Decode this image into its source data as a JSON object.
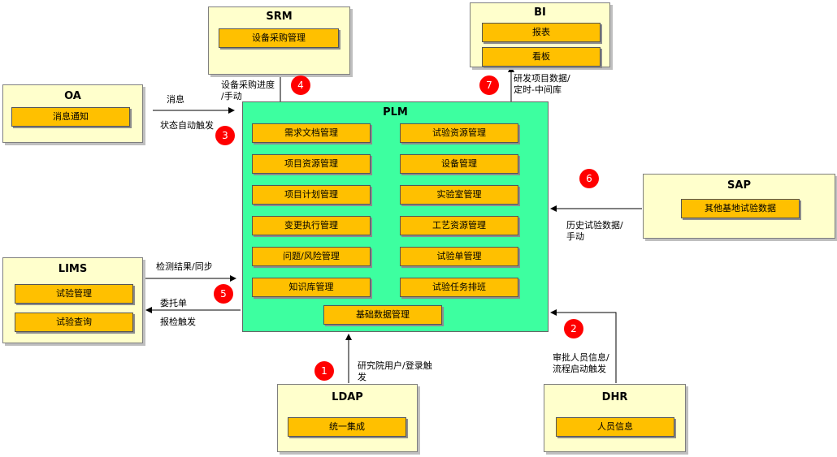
{
  "systems": {
    "srm": {
      "title": "SRM",
      "modules": [
        "设备采购管理"
      ]
    },
    "bi": {
      "title": "BI",
      "modules": [
        "报表",
        "看板"
      ]
    },
    "oa": {
      "title": "OA",
      "modules": [
        "消息通知"
      ]
    },
    "sap": {
      "title": "SAP",
      "modules": [
        "其他基地试验数据"
      ]
    },
    "lims": {
      "title": "LIMS",
      "modules": [
        "试验管理",
        "试验查询"
      ]
    },
    "ldap": {
      "title": "LDAP",
      "modules": [
        "统一集成"
      ]
    },
    "dhr": {
      "title": "DHR",
      "modules": [
        "人员信息"
      ]
    }
  },
  "plm": {
    "title": "PLM",
    "modules_left": [
      "需求文档管理",
      "项目资源管理",
      "项目计划管理",
      "变更执行管理",
      "问题/风险管理",
      "知识库管理"
    ],
    "modules_right": [
      "试验资源管理",
      "设备管理",
      "实验室管理",
      "工艺资源管理",
      "试验单管理",
      "试验任务排班"
    ],
    "module_bottom": "基础数据管理"
  },
  "flows": {
    "f1": {
      "badge": "1",
      "text": [
        "研究院用户/登录触",
        "发"
      ]
    },
    "f2": {
      "badge": "2",
      "text": [
        "审批人员信息/",
        "流程启动触发"
      ]
    },
    "f3": {
      "badge": "3",
      "text_top": "消息",
      "text_bottom": "状态自动触发"
    },
    "f4": {
      "badge": "4",
      "text": [
        "设备采购进度",
        "/手动"
      ]
    },
    "f5": {
      "badge": "5",
      "text_top": "检测结果/同步",
      "text_mid": "委托单",
      "text_bottom": "报检触发"
    },
    "f6": {
      "badge": "6",
      "text": [
        "历史试验数据/",
        "手动"
      ]
    },
    "f7": {
      "badge": "7",
      "text": [
        "研发项目数据/",
        "定时-中间库"
      ]
    }
  },
  "colors": {
    "external_box": "#ffffcc",
    "plm_box": "#3dffa0",
    "module": "#ffc000",
    "badge": "#ff0000"
  }
}
